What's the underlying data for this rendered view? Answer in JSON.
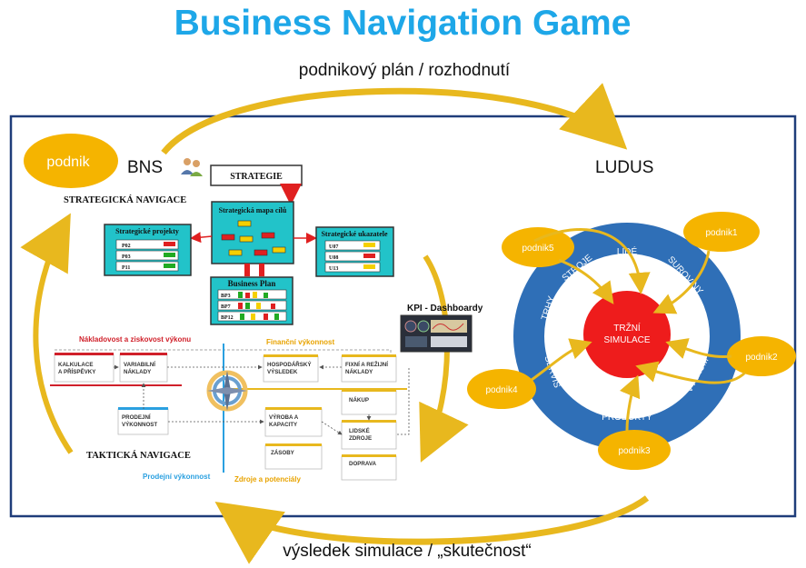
{
  "title": "Business Navigation Game",
  "top_caption": "podnikový plán / rozhodnutí",
  "bottom_caption": "výsledek simulace / „skutečnost“",
  "left": {
    "podnik_bubble": "podnik",
    "bns_label": "BNS",
    "strategic_nav": "STRATEGICKÁ NAVIGACE",
    "tactical_nav": "TAKTICKÁ NAVIGACE",
    "strategie": "STRATEGIE",
    "strategic_map": "Strategická mapa cílů",
    "strategic_projects": {
      "title": "Strategické projekty",
      "rows": [
        "P02",
        "P03",
        "P11"
      ]
    },
    "strategic_indicators": {
      "title": "Strategické ukazatele",
      "rows": [
        "U07",
        "U08",
        "U13"
      ]
    },
    "business_plan": {
      "title": "Business Plan",
      "rows": [
        "BP3",
        "BP7",
        "BP12"
      ]
    },
    "kpi": "KPI - Dashboardy",
    "cost_header": "Nákladovost a ziskovost výkonu",
    "finance_header": "Finanční výkonnost",
    "sales_header": "Prodejní výkonnost",
    "resources_header": "Zdroje a potenciály",
    "boxes": {
      "kalkulace": [
        "KALKULACE",
        "A PŘÍSPĚVKY"
      ],
      "variabilni": [
        "VARIABILNÍ",
        "NÁKLADY"
      ],
      "hospodarsky": [
        "HOSPODÁŘSKÝ",
        "VÝSLEDEK"
      ],
      "fixni": [
        "FIXNÍ A REŽIJNÍ",
        "NÁKLADY"
      ],
      "prodejni": [
        "PRODEJNÍ",
        "VÝKONNOST"
      ],
      "nakup": [
        "NÁKUP"
      ],
      "vyroba": [
        "VÝROBA A",
        "KAPACITY"
      ],
      "lidske": [
        "LIDSKÉ",
        "ZDROJE"
      ],
      "zasoby": [
        "ZÁSOBY"
      ],
      "doprava": [
        "DOPRAVA"
      ]
    }
  },
  "right": {
    "ludus_label": "LUDUS",
    "center": [
      "TRŽNÍ",
      "SIMULACE"
    ],
    "ring_words": [
      "TRHY",
      "STROJE",
      "LIDÉ",
      "SUROVINY",
      "VÝZKUM",
      "PRODUKTY",
      "SERVIS"
    ],
    "companies": [
      "podnik1",
      "podnik2",
      "podnik3",
      "podnik4",
      "podnik5"
    ]
  },
  "colors": {
    "title": "#1ea7e8",
    "frame": "#1f3d7a",
    "bubble": "#f5b400",
    "arrow": "#e8b81e",
    "ring": "#2f6fb7",
    "center": "#ee1c1c",
    "cyan_box": "#22c3c9"
  }
}
